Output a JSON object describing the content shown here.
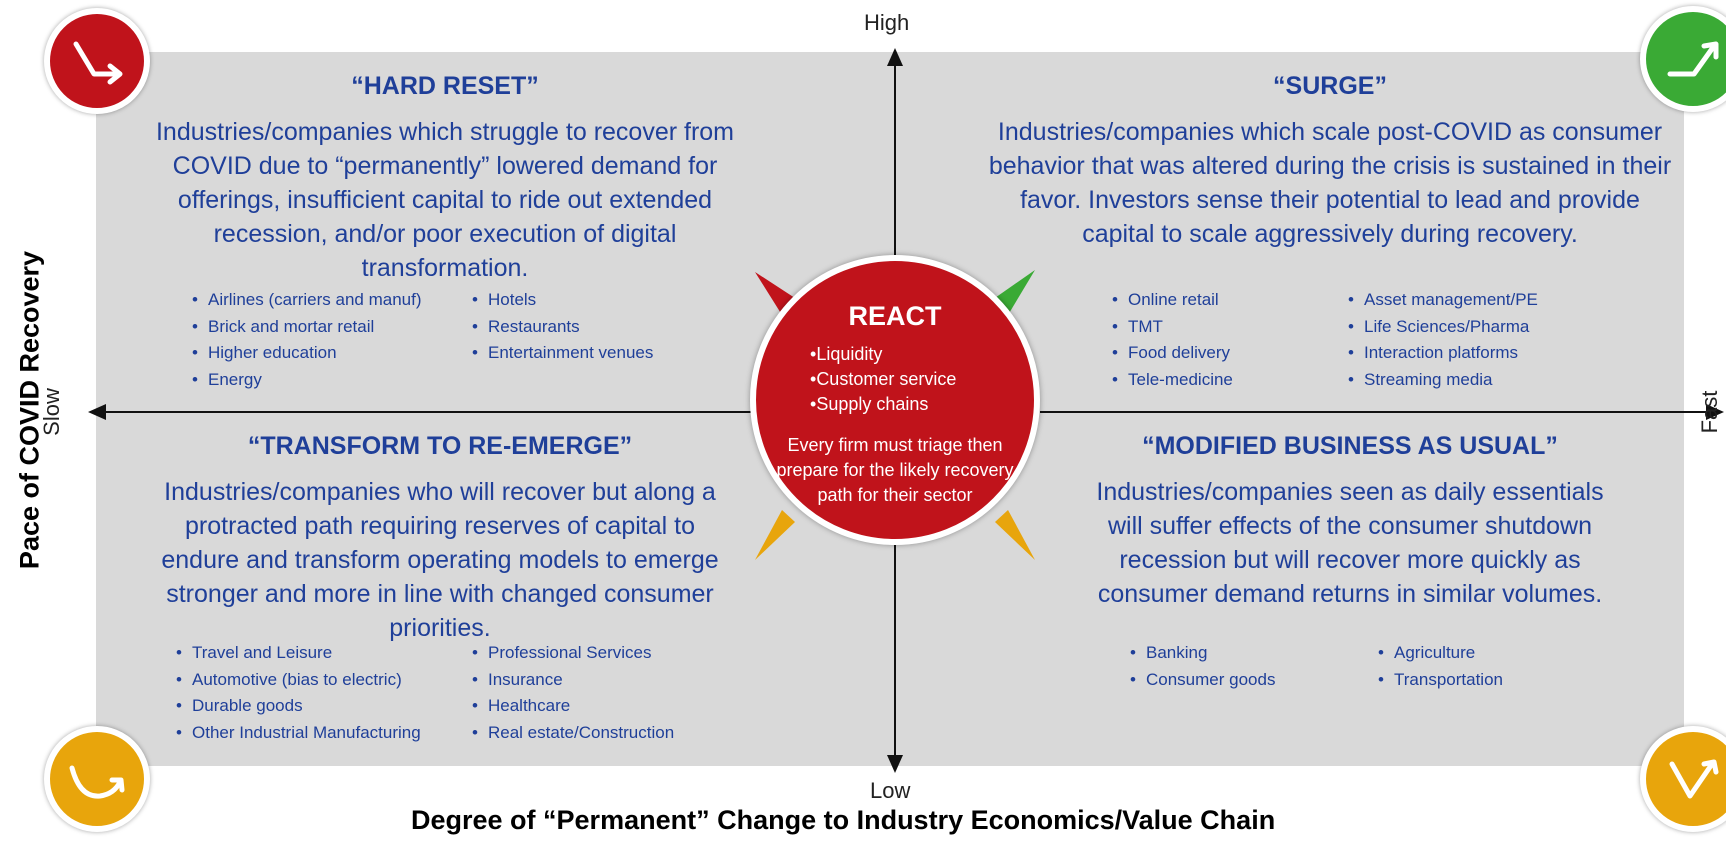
{
  "axes": {
    "high": "High",
    "low": "Low",
    "slow": "Slow",
    "fast": "Fast",
    "y_title": "Pace of COVID Recovery",
    "x_title": "Degree of “Permanent” Change to Industry Economics/Value Chain"
  },
  "quadrants": {
    "hard_reset": {
      "title": "“HARD RESET”",
      "description": "Industries/companies which struggle to recover from COVID due to “permanently” lowered demand for offerings, insufficient capital to ride out extended recession, and/or poor execution of digital transformation.",
      "col1": [
        "Airlines (carriers and manuf)",
        "Brick and mortar retail",
        "Higher education",
        "Energy"
      ],
      "col2": [
        "Hotels",
        "Restaurants",
        "Entertainment venues"
      ]
    },
    "surge": {
      "title": "“SURGE”",
      "description": "Industries/companies which scale post-COVID as consumer behavior that was altered during the crisis is sustained in their favor.  Investors sense their potential to lead and provide capital to scale aggressively during recovery.",
      "col1": [
        "Online retail",
        "TMT",
        "Food delivery",
        "Tele-medicine"
      ],
      "col2": [
        "Asset management/PE",
        "Life Sciences/Pharma",
        "Interaction platforms",
        "Streaming media"
      ]
    },
    "transform": {
      "title": "“TRANSFORM TO RE-EMERGE”",
      "description": "Industries/companies who will recover but along a protracted path requiring reserves of capital to endure and transform operating models to emerge stronger and more in line with changed consumer priorities.",
      "col1": [
        "Travel and Leisure",
        "Automotive (bias to electric)",
        "Durable goods",
        "Other Industrial Manufacturing"
      ],
      "col2": [
        "Professional Services",
        "Insurance",
        "Healthcare",
        "Real estate/Construction"
      ]
    },
    "modified": {
      "title": "“MODIFIED BUSINESS AS USUAL”",
      "description": "Industries/companies seen as daily essentials will suffer effects of the consumer shutdown recession but will recover more quickly as consumer demand  returns in similar volumes.",
      "col1": [
        "Banking",
        "Consumer goods"
      ],
      "col2": [
        "Agriculture",
        "Transportation"
      ]
    }
  },
  "react": {
    "title": "REACT",
    "items": [
      "Liquidity",
      "Customer service",
      "Supply chains"
    ],
    "note": "Every firm must triage then prepare for the likely recovery path for their sector"
  },
  "colors": {
    "red": "#c0131b",
    "green": "#3aaa35",
    "amber": "#e8a50c",
    "text_blue": "#1f3f99",
    "panel_gray": "#d9d9d9"
  },
  "icons": {
    "top_left": "arrow-down-right-icon",
    "top_right": "arrow-up-right-icon",
    "bottom_left": "u-curve-icon",
    "bottom_right": "v-curve-icon"
  }
}
